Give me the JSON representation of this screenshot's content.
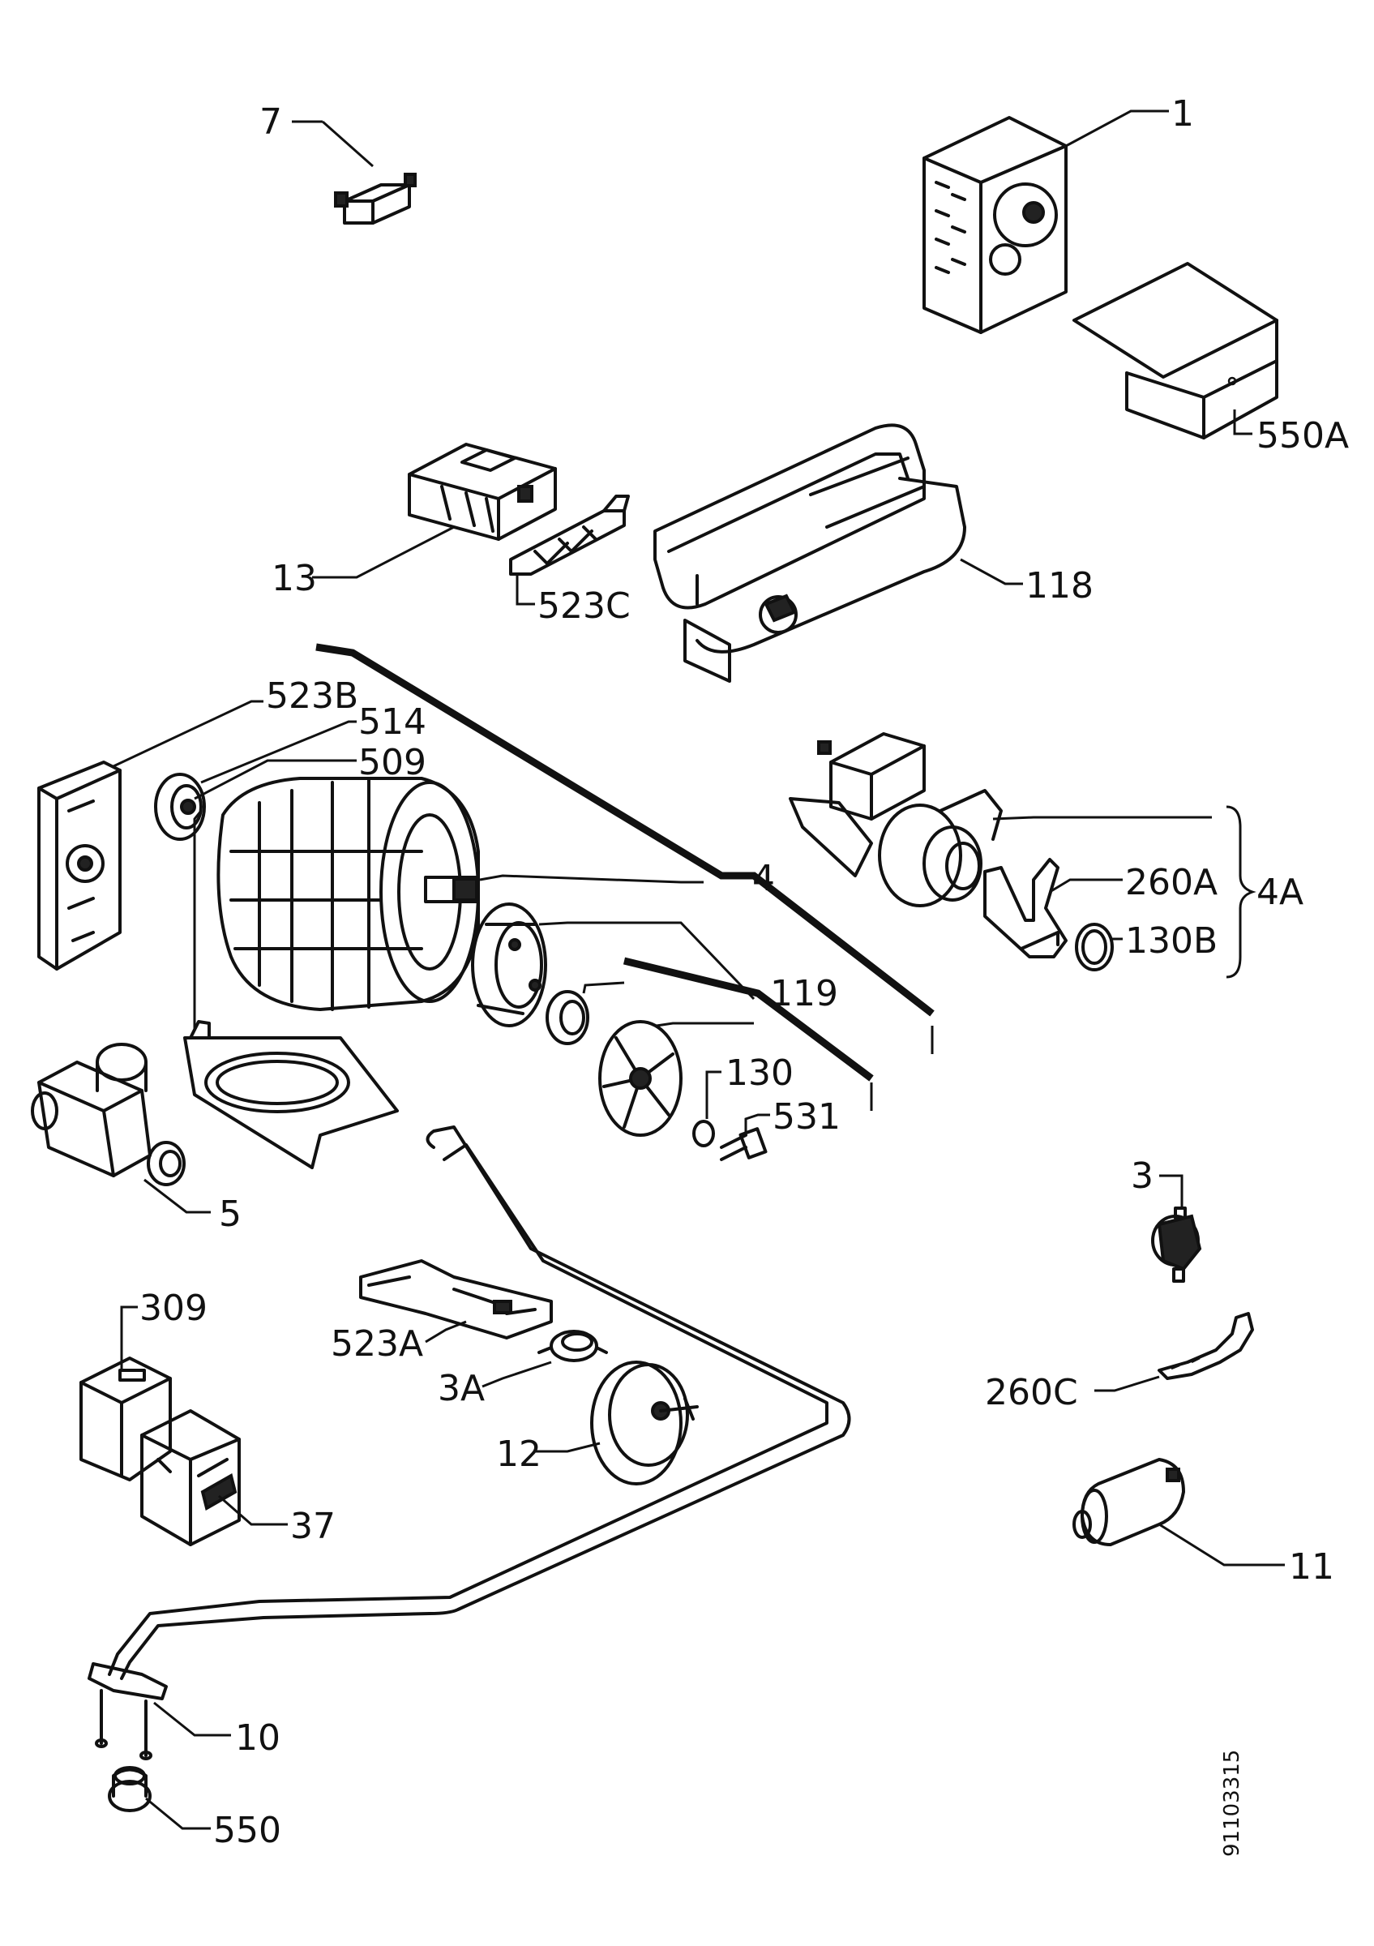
{
  "labels": {
    "l1": "1",
    "l3": "3",
    "l3a": "3A",
    "l4": "4",
    "l4a": "4A",
    "l5": "5",
    "l7": "7",
    "l10": "10",
    "l11": "11",
    "l12": "12",
    "l13": "13",
    "l37": "37",
    "l118": "118",
    "l119": "119",
    "l130": "130",
    "l130b": "130B",
    "l260a": "260A",
    "l260c": "260C",
    "l309": "309",
    "l509": "509",
    "l514": "514",
    "l523a": "523A",
    "l523b": "523B",
    "l523c": "523C",
    "l531": "531",
    "l550": "550",
    "l550a": "550A"
  },
  "drawing_id": "91103315"
}
